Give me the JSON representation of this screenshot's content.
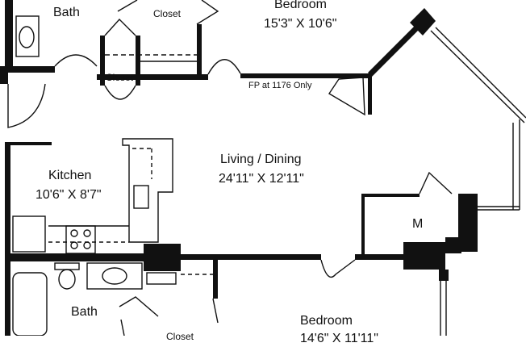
{
  "plan": {
    "rooms": {
      "bath_top": {
        "name": "Bath"
      },
      "closet_top": {
        "name": "Closet"
      },
      "closet_small": {
        "name": "Closet"
      },
      "bedroom_top": {
        "name": "Bedroom",
        "size": "15'3\" X 10'6\""
      },
      "kitchen": {
        "name": "Kitchen",
        "size": "10'6\" X 8'7\""
      },
      "living": {
        "name": "Living / Dining",
        "size": "24'11\" X 12'11\""
      },
      "mech": {
        "name": "M"
      },
      "bath_bottom": {
        "name": "Bath"
      },
      "bedroom_bottom": {
        "name": "Bedroom",
        "size": "14'6\" X 11'11\""
      },
      "closet_bottom": {
        "name": "Closet"
      }
    },
    "note_fireplace": "FP at 1176 Only"
  },
  "colors": {
    "wall": "#111111",
    "line": "#111111",
    "background": "#ffffff"
  }
}
